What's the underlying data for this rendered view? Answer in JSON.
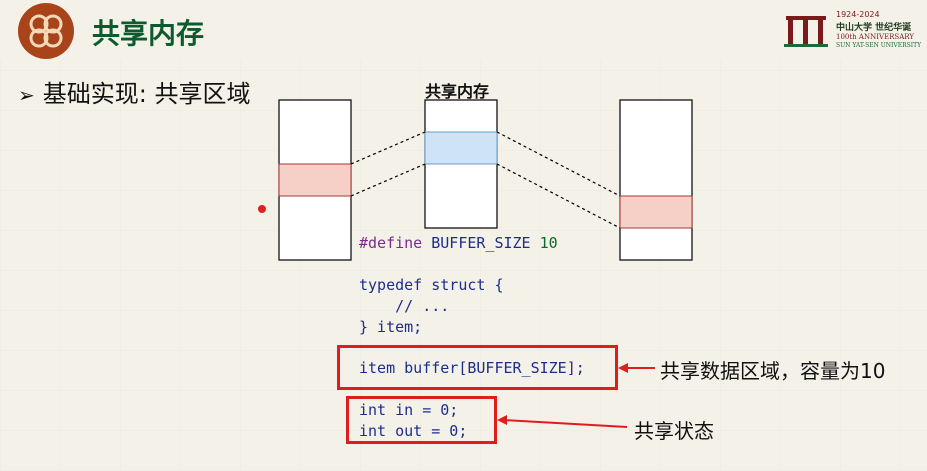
{
  "header": {
    "title": "共享内存",
    "logo_badge_icon": "knot-emblem-icon",
    "university_logo": {
      "years": "1924-2024",
      "name_cn": "中山大学 世纪华诞",
      "anniversary": "100th ANNIVERSARY",
      "name_en": "SUN YAT-SEN UNIVERSITY"
    }
  },
  "bullet": {
    "text": "基础实现: 共享区域"
  },
  "diagram": {
    "shared_memory_label": "共享内存",
    "colors": {
      "shared_region_left": "#f6d0c6",
      "shared_region_middle": "#cfe3f6",
      "shared_region_right": "#f6d0c6"
    }
  },
  "code": {
    "define_keyword": "#define",
    "define_name": "BUFFER_SIZE",
    "define_value": "10",
    "typedef_line": "typedef struct {",
    "comment_line": "    // ...",
    "close_line": "} item;",
    "buffer_decl": "item buffer[BUFFER_SIZE];",
    "int_in": "int in = 0;",
    "int_out": "int out = 0;"
  },
  "annotations": {
    "buffer_note": "共享数据区域，容量为10",
    "state_note": "共享状态"
  },
  "colors": {
    "accent_red": "#e01d1d",
    "title_green": "#0b5b2e",
    "code_blue": "#1d2d8c"
  }
}
